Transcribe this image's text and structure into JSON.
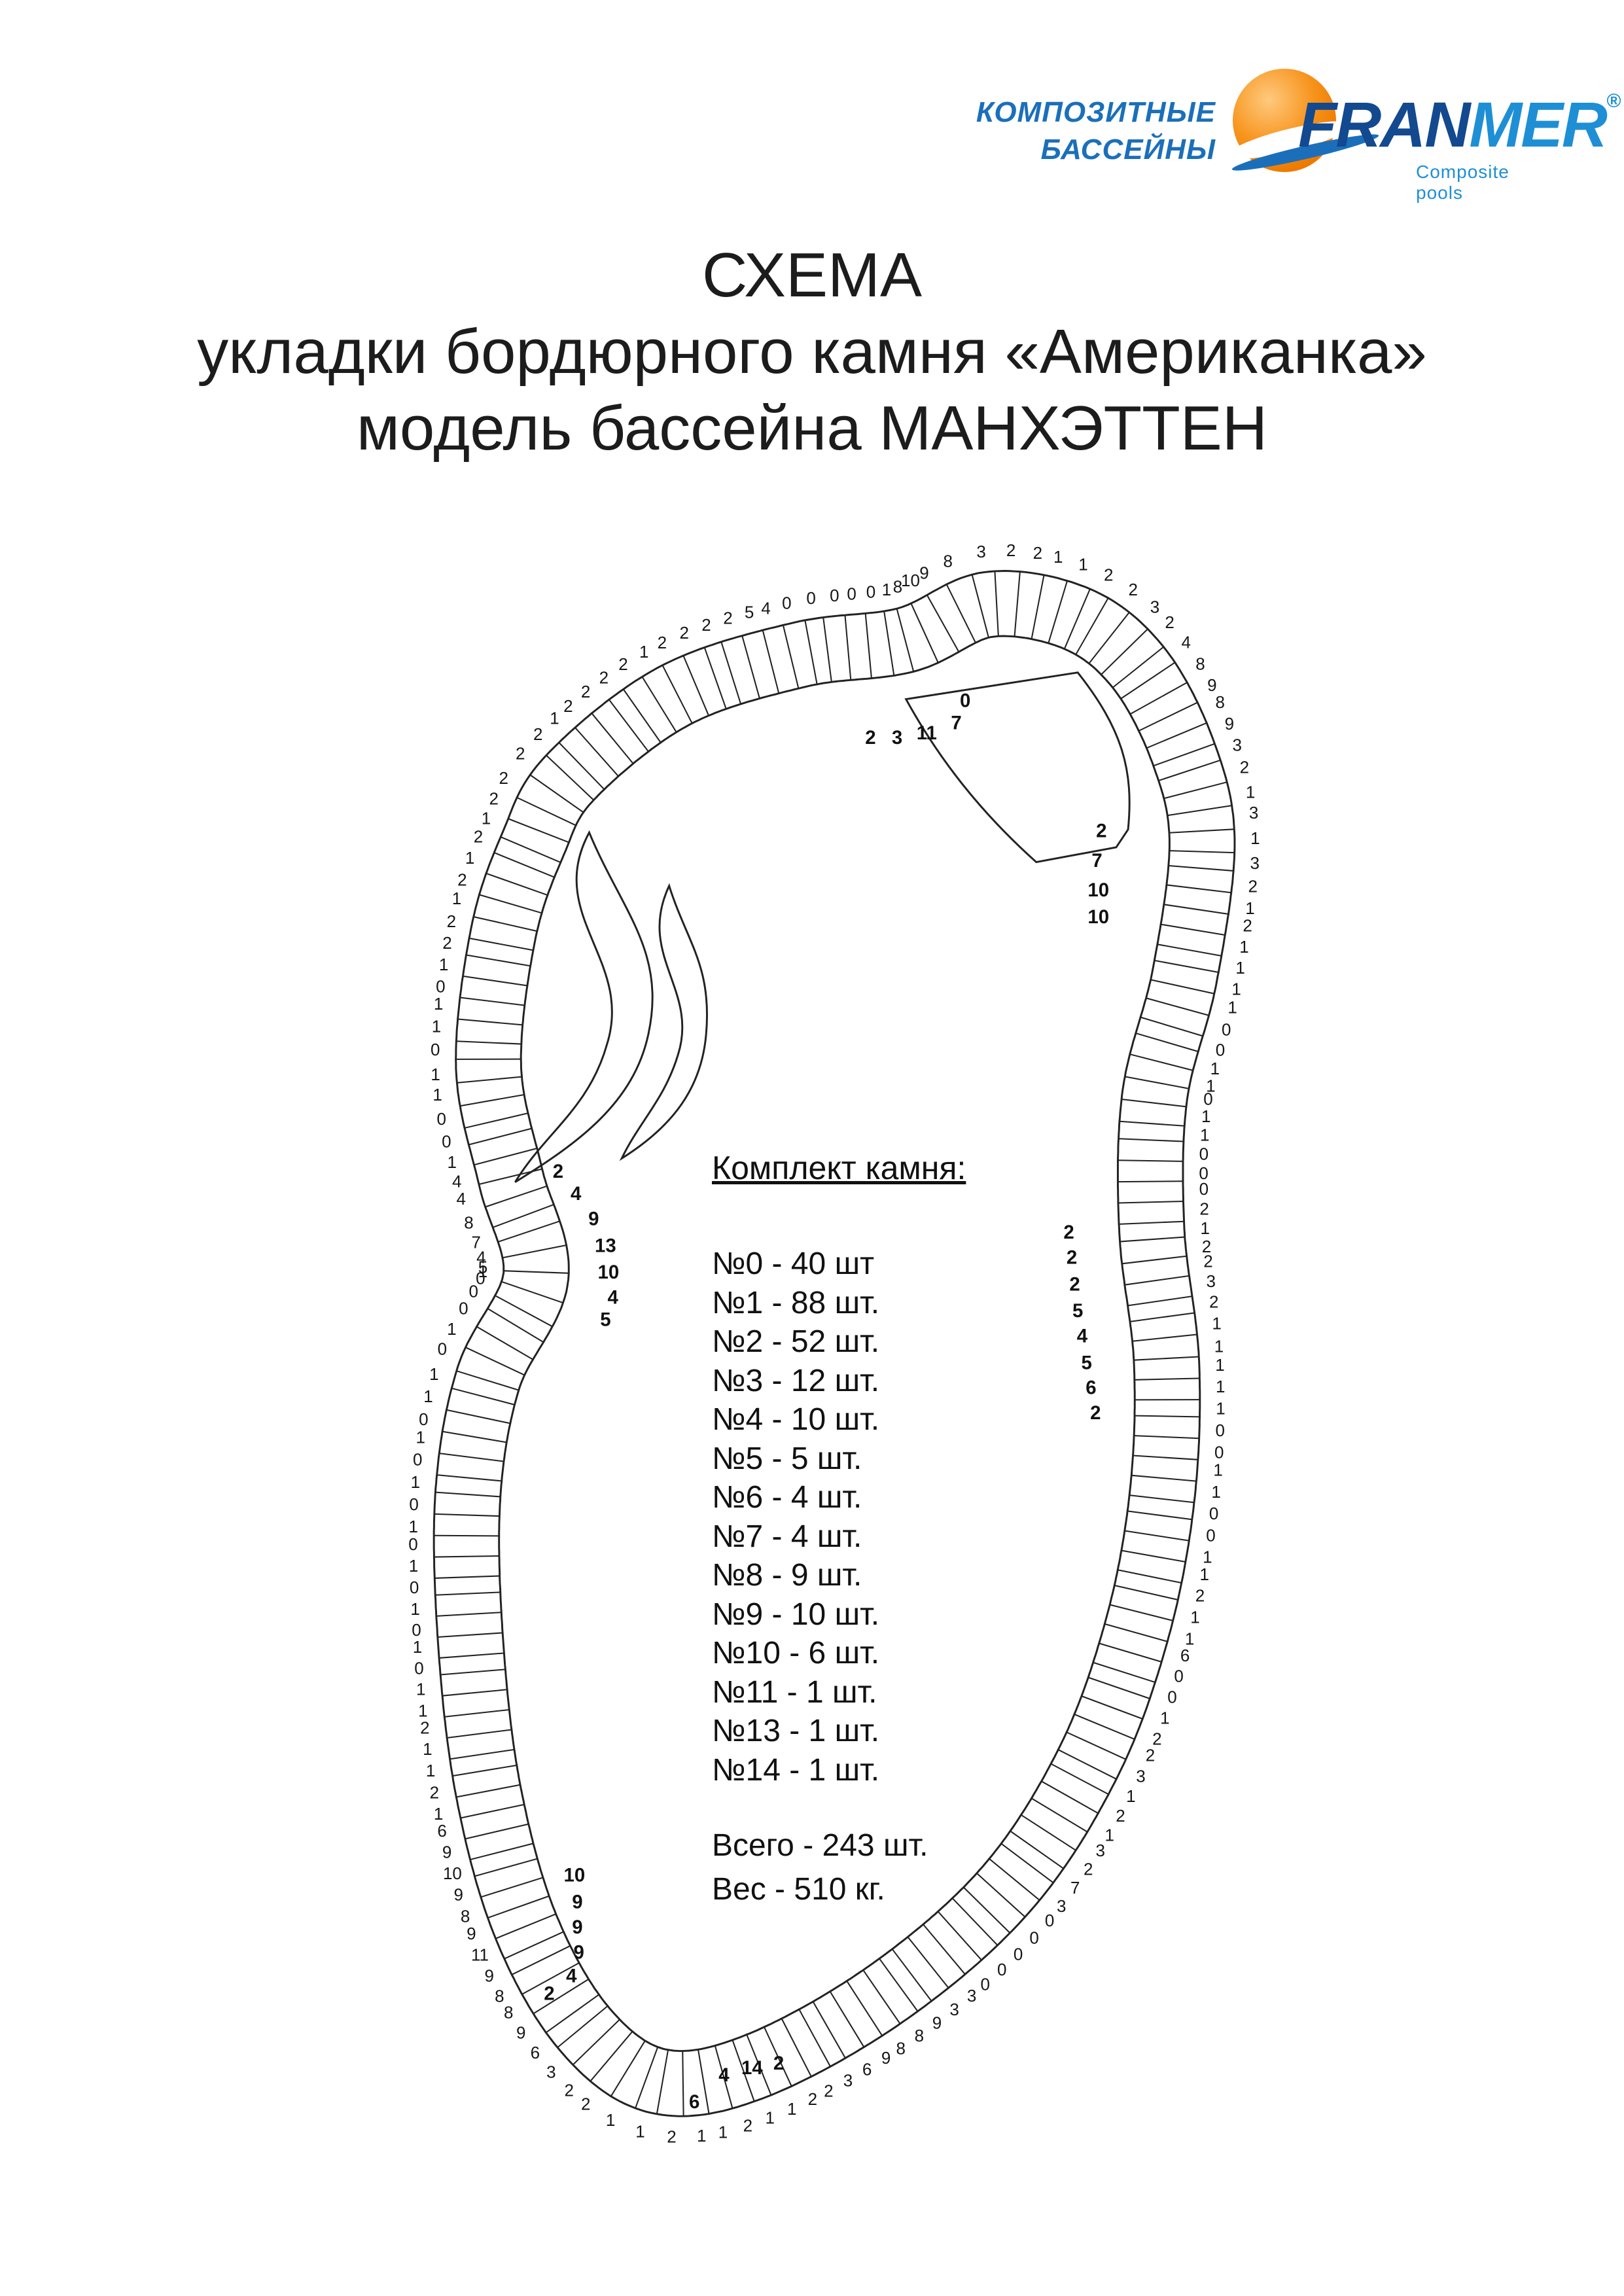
{
  "header": {
    "brand_line1": "КОМПОЗИТНЫЕ",
    "brand_line2": "БАССЕЙНЫ",
    "logo_fran": "FRAN",
    "logo_mer": "MER",
    "logo_reg": "®",
    "logo_sub": "Composite pools"
  },
  "title": {
    "line1": "СХЕМА",
    "line2": "укладки бордюрного камня «Американка»",
    "line3": "модель бассейна МАНХЭТТЕН"
  },
  "legend": {
    "heading": "Комплект камня:",
    "items": [
      "№0 - 40 шт",
      "№1 - 88 шт.",
      "№2 - 52 шт.",
      "№3 - 12 шт.",
      "№4 - 10 шт.",
      "№5 - 5 шт.",
      "№6 - 4 шт.",
      "№7 - 4 шт.",
      "№8 - 9 шт.",
      "№9 - 10 шт.",
      "№10 - 6 шт.",
      "№11 - 1 шт.",
      "№13 - 1 шт.",
      "№14 - 1 шт."
    ],
    "totals": [
      "Всего - 243 шт.",
      "Вес - 510 кг."
    ]
  },
  "diagram": {
    "perimeter_numbers": [
      "2",
      "1",
      "2",
      "2",
      "2",
      "2",
      "1",
      "2",
      "2",
      "2",
      "2",
      "5",
      "4",
      "0",
      "0",
      "0",
      "0",
      "0",
      "1",
      "8",
      "10",
      "9",
      "8",
      "3",
      "2",
      "2",
      "1",
      "1",
      "2",
      "2",
      "3",
      "2",
      "4",
      "8",
      "9",
      "8",
      "9",
      "3",
      "2",
      "1",
      "3",
      "1",
      "3",
      "2",
      "1",
      "2",
      "1",
      "1",
      "1",
      "1",
      "0",
      "0",
      "1",
      "1",
      "0",
      "1",
      "1",
      "0",
      "0",
      "0",
      "2",
      "1",
      "2",
      "2",
      "3",
      "2",
      "1",
      "1",
      "1",
      "1",
      "1",
      "0",
      "0",
      "1",
      "1",
      "0",
      "0",
      "1",
      "1",
      "2",
      "1",
      "1",
      "6",
      "0",
      "0",
      "1",
      "2",
      "2",
      "3",
      "1",
      "2",
      "1",
      "3",
      "2",
      "7",
      "3",
      "0",
      "0",
      "0",
      "0",
      "0",
      "3",
      "3",
      "9",
      "8",
      "8",
      "9",
      "6",
      "3",
      "2",
      "2",
      "1",
      "1",
      "2",
      "1",
      "1",
      "2",
      "1",
      "1",
      "2",
      "2",
      "3",
      "6",
      "9",
      "8",
      "8",
      "9",
      "11",
      "9",
      "8",
      "9",
      "10",
      "9",
      "6",
      "1",
      "2",
      "1",
      "1",
      "2",
      "1",
      "1",
      "0",
      "1",
      "0",
      "1",
      "0",
      "1",
      "0",
      "1",
      "0",
      "1",
      "0",
      "1",
      "0",
      "1",
      "1",
      "0",
      "1",
      "0",
      "0",
      "0",
      "1",
      "5",
      "4",
      "7",
      "8",
      "4",
      "4",
      "1",
      "0",
      "0",
      "1",
      "1",
      "0",
      "1",
      "1",
      "0",
      "1",
      "2",
      "2",
      "1",
      "2",
      "1",
      "2",
      "1",
      "2",
      "2",
      "2"
    ],
    "clusters": {
      "stair_top": [
        "2",
        "3",
        "11",
        "7",
        "0"
      ],
      "stair_right": [
        "2",
        "7",
        "10",
        "10"
      ],
      "waist": [
        "2",
        "4",
        "9",
        "13",
        "10",
        "4",
        "5"
      ],
      "right_mid": [
        "2",
        "2",
        "2",
        "5",
        "4",
        "5",
        "6",
        "2"
      ],
      "bottom_left": [
        "10",
        "9",
        "9",
        "9",
        "4",
        "2"
      ],
      "bottom_center": [
        "4",
        "14",
        "2",
        "6"
      ]
    }
  },
  "colors": {
    "brand_blue": "#1b6fba",
    "logo_navy": "#13498f",
    "logo_blue": "#1e8fd5",
    "logo_orange": "#f7941d",
    "line": "#222222"
  }
}
